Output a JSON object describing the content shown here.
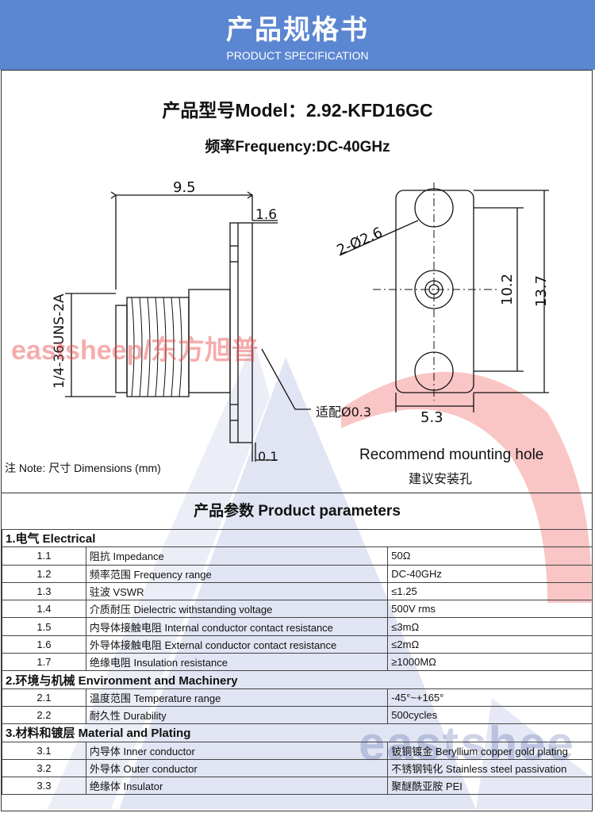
{
  "header": {
    "title_cn": "产品规格书",
    "title_en": "PRODUCT SPECIFICATION"
  },
  "model": "产品型号Model：2.92-KFD16GC",
  "frequency": "频率Frequency:DC-40GHz",
  "drawing": {
    "dim_length": "9.5",
    "dim_flange": "1.6",
    "dim_thread": "1/4-36UNS-2A",
    "dim_pin": "适配Ø0.3",
    "dim_gap": "0.1",
    "dim_holes": "2-Ø2.6",
    "dim_spacing": "10.2",
    "dim_height": "13.7",
    "dim_width": "5.3"
  },
  "note": "注 Note:  尺寸 Dimensions (mm)",
  "recommend_en": "Recommend mounting hole",
  "recommend_cn": "建议安装孔",
  "watermark": {
    "left": "eastsheep/东方旭普",
    "bottom": "eastshee"
  },
  "params_title": "产品参数 Product parameters",
  "sections": [
    {
      "title": "1.电气 Electrical",
      "rows": [
        {
          "no": "1.1",
          "name": "阻抗 Impedance",
          "value": "50Ω"
        },
        {
          "no": "1.2",
          "name": "频率范围 Frequency range",
          "value": "DC-40GHz"
        },
        {
          "no": "1.3",
          "name": "驻波 VSWR",
          "value": "≤1.25"
        },
        {
          "no": "1.4",
          "name": "介质耐压 Dielectric withstanding voltage",
          "value": "500V rms"
        },
        {
          "no": "1.5",
          "name": "内导体接触电阻 Internal conductor contact resistance",
          "value": "≤3mΩ"
        },
        {
          "no": "1.6",
          "name": "外导体接触电阻 External conductor contact resistance",
          "value": "≤2mΩ"
        },
        {
          "no": "1.7",
          "name": "绝缘电阻  Insulation resistance",
          "value": "≥1000MΩ"
        }
      ]
    },
    {
      "title": "2.环境与机械 Environment and Machinery",
      "rows": [
        {
          "no": "2.1",
          "name": "温度范围 Temperature range",
          "value": "-45°~+165°"
        },
        {
          "no": "2.2",
          "name": "耐久性 Durability",
          "value": "500cycles"
        }
      ]
    },
    {
      "title": "3.材料和镀层 Material and Plating",
      "rows": [
        {
          "no": "3.1",
          "name": "内导体 Inner conductor",
          "value": "铍铜镀金 Beryllium copper gold plating"
        },
        {
          "no": "3.2",
          "name": "外导体 Outer conductor",
          "value": "不锈钢钝化 Stainless steel passivation"
        },
        {
          "no": "3.3",
          "name": "绝缘体 Insulator",
          "value": "聚醚酰亚胺 PEI"
        }
      ]
    }
  ]
}
